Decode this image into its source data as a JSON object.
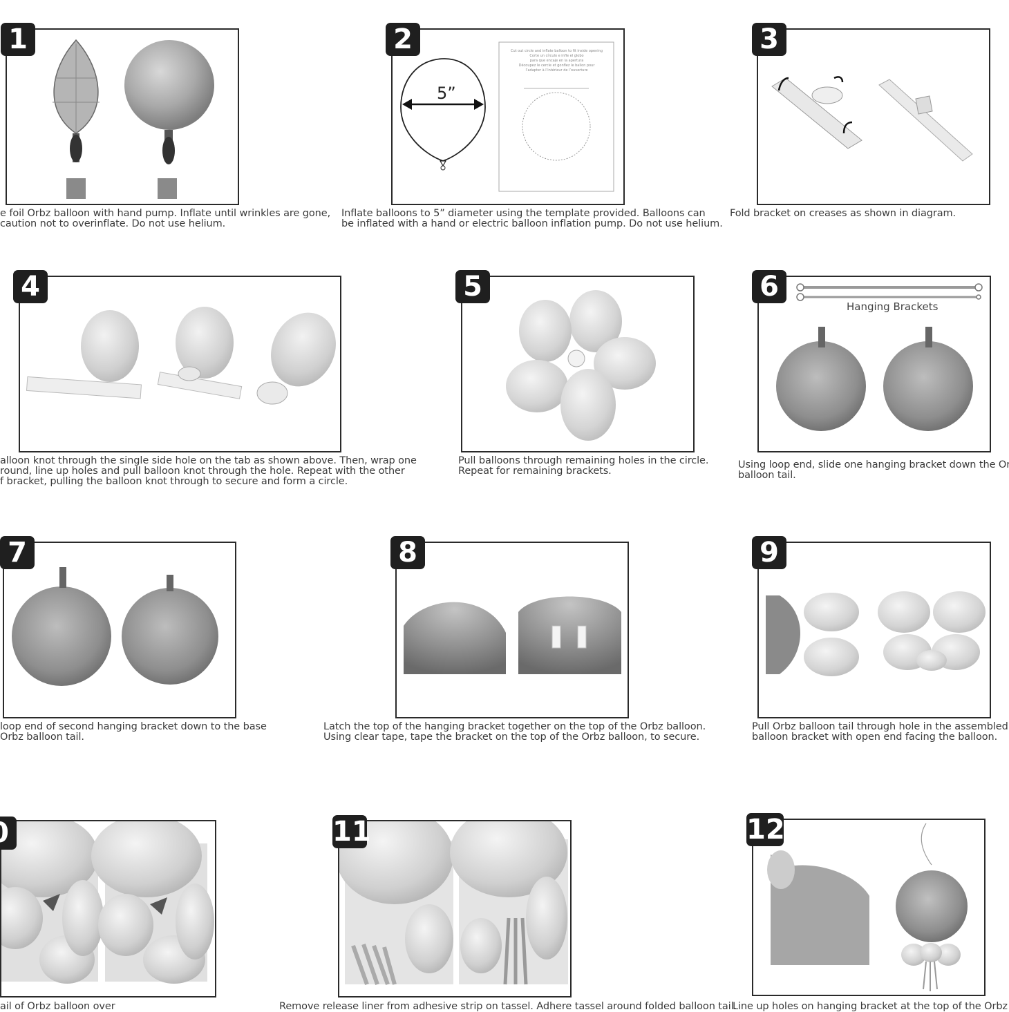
{
  "steps": [
    {
      "num": "1",
      "caption": [
        "e foil Orbz balloon with hand pump. Inflate until wrinkles are gone,",
        "caution not to overinflate. Do not use helium."
      ]
    },
    {
      "num": "2",
      "caption": [
        "Inflate balloons to 5” diameter using the template provided. Balloons can",
        "be inflated with a hand or electric balloon inflation pump. Do not use helium."
      ],
      "dimension": "5”",
      "template_text": [
        "Cut out circle and inflate balloon to fit inside opening",
        "Corte un círculo e infle el globo",
        "para que encaje en la apertura",
        "Découpez le cercle et gonflez le ballon pour",
        "l’adapter à l’intérieur de l’ouverture"
      ]
    },
    {
      "num": "3",
      "caption": [
        "Fold bracket on creases as shown in diagram."
      ]
    },
    {
      "num": "4",
      "caption": [
        "alloon knot through the single side hole on the tab as shown above. Then, wrap one",
        "round, line up holes and pull balloon knot through the hole. Repeat with the other",
        "f bracket, pulling the balloon knot through to secure and form a circle."
      ]
    },
    {
      "num": "5",
      "caption": [
        "Pull balloons through remaining holes in the circle.",
        "Repeat for remaining brackets."
      ]
    },
    {
      "num": "6",
      "caption": [
        "Using loop end, slide one hanging bracket down the Orbz",
        "balloon tail."
      ],
      "label": "Hanging Brackets"
    },
    {
      "num": "7",
      "caption": [
        "loop end of second hanging bracket down to the base",
        "Orbz balloon tail."
      ]
    },
    {
      "num": "8",
      "caption": [
        "Latch the top of the hanging bracket together on the top of the Orbz balloon.",
        "Using clear tape, tape the bracket on the top of the Orbz balloon, to secure."
      ]
    },
    {
      "num": "9",
      "caption": [
        "Pull Orbz balloon tail through hole in the assembled",
        "balloon bracket with open end facing the balloon."
      ]
    },
    {
      "num": "0",
      "caption": [
        "ail of Orbz balloon over"
      ]
    },
    {
      "num": "11",
      "caption": [
        "Remove release liner from adhesive strip on tassel. Adhere tassel around folded balloon tail."
      ]
    },
    {
      "num": "12",
      "caption": [
        "Line up holes on hanging bracket at the top of the Orbz ba"
      ]
    }
  ]
}
